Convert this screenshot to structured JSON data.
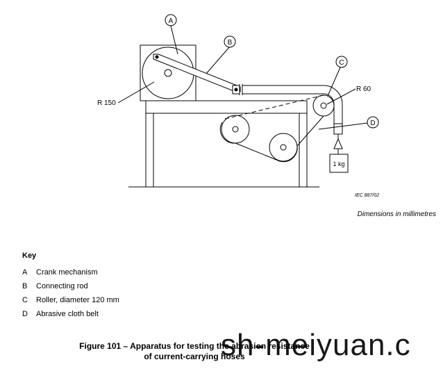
{
  "figure": {
    "callouts": {
      "a": "A",
      "b": "B",
      "c": "C",
      "d": "D"
    },
    "dim_r150": "R 150",
    "dim_r60": "R 60",
    "weight_label": "1 kg",
    "iec_ref": "IEC   887/02"
  },
  "dimensions_note": "Dimensions in millimetres",
  "key": {
    "title": "Key",
    "items": [
      {
        "letter": "A",
        "text": "Crank mechanism"
      },
      {
        "letter": "B",
        "text": "Connecting rod"
      },
      {
        "letter": "C",
        "text": "Roller, diameter 120 mm"
      },
      {
        "letter": "D",
        "text": "Abrasive cloth belt"
      }
    ]
  },
  "caption": {
    "line1": "Figure 101 – Apparatus for testing the abrasion resistance",
    "line2": "of current-carrying hoses"
  },
  "watermark": "sh-meiyuan.c"
}
